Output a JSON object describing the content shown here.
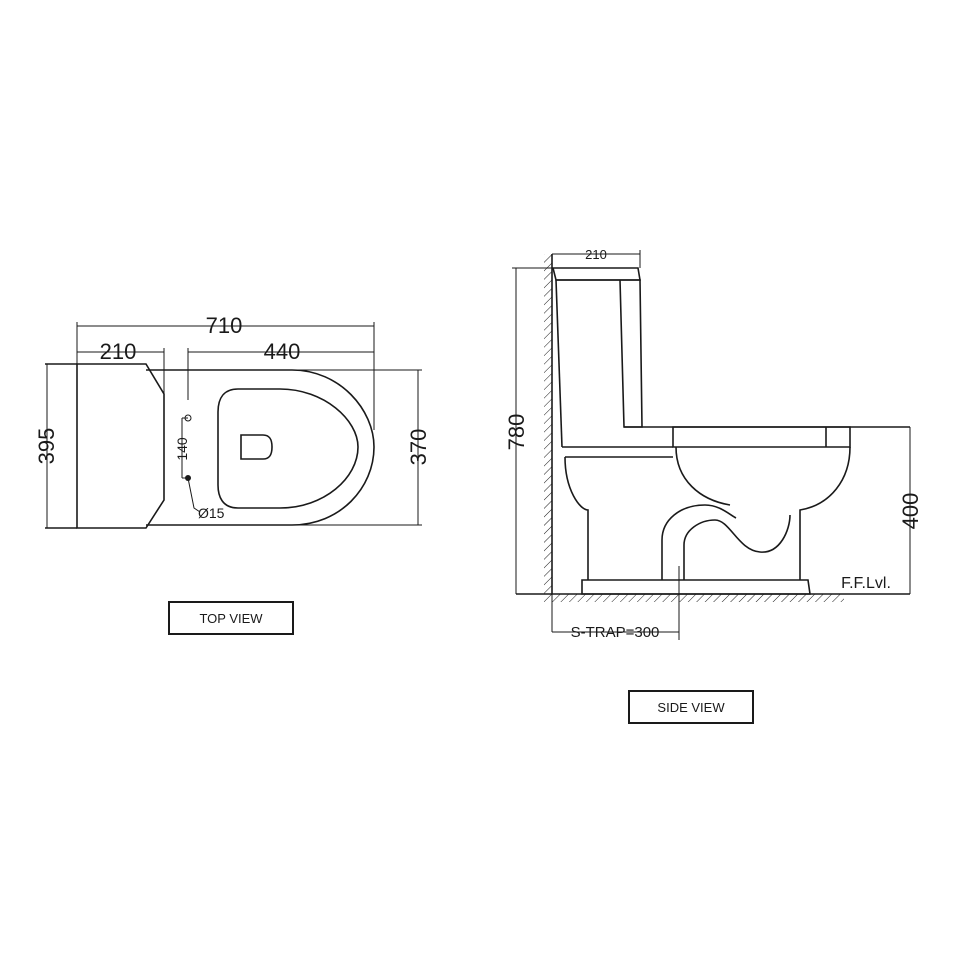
{
  "top_view": {
    "label": "TOP VIEW",
    "dimensions": {
      "overall_length": "710",
      "tank_depth": "210",
      "bowl_length": "440",
      "tank_width": "395",
      "bowl_width": "370",
      "fixing_spacing": "140",
      "fixing_hole_diameter": "Ø15"
    }
  },
  "side_view": {
    "label": "SIDE VIEW",
    "dimensions": {
      "tank_depth": "210",
      "overall_height": "780",
      "seat_height": "400",
      "s_trap": "S-TRAP=300",
      "floor_level": "F.F.Lvl."
    }
  },
  "colors": {
    "line": "#1a1a1a",
    "background": "#ffffff"
  }
}
